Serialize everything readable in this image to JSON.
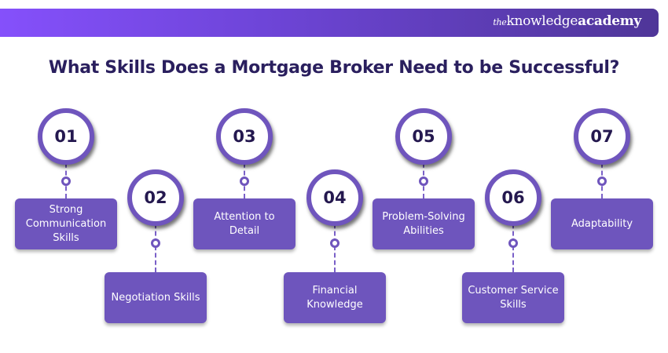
{
  "brand": {
    "prefix": "the",
    "name_light": "knowledge",
    "name_bold": "academy"
  },
  "title": "What Skills Does a Mortgage Broker Need to be Successful?",
  "steps": [
    {
      "number": "01",
      "label": "Strong Communication Skills"
    },
    {
      "number": "02",
      "label": "Negotiation Skills"
    },
    {
      "number": "03",
      "label": "Attention to Detail"
    },
    {
      "number": "04",
      "label": "Financial Knowledge"
    },
    {
      "number": "05",
      "label": "Problem-Solving Abilities"
    },
    {
      "number": "06",
      "label": "Customer Service Skills"
    },
    {
      "number": "07",
      "label": "Adaptability"
    }
  ],
  "colors": {
    "accent": "#6e55bd",
    "title": "#2a1f5e"
  }
}
